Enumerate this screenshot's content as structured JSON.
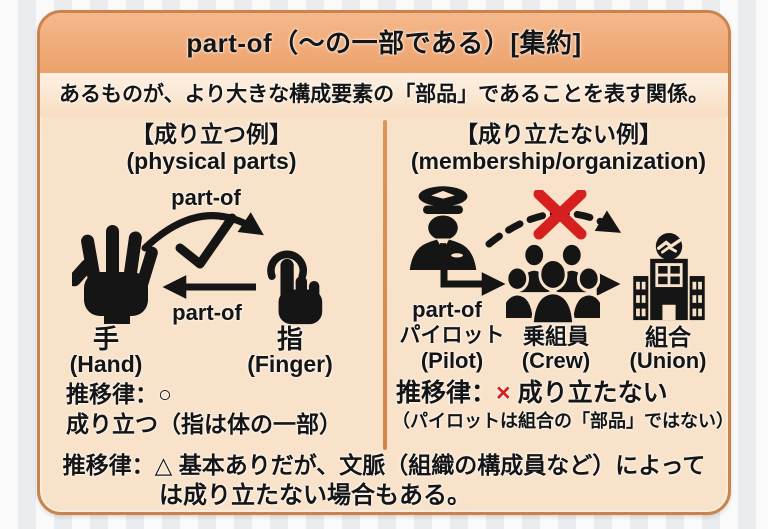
{
  "colors": {
    "card_background": "#f8e2c9",
    "title_band": "#f2ab77",
    "subtitle_band": "#fbe9d7",
    "card_border": "#c9834b",
    "divider": "#d88e55",
    "text": "#151515",
    "red_mark": "#d61f1f"
  },
  "title": "part-of（～の一部である）[集約]",
  "subtitle": "あるものが、より大きな構成要素の「部品」であることを表す関係。",
  "left_panel": {
    "heading_jp": "【成り立つ例】",
    "heading_en": "(physical parts)",
    "part_of_top_label": "part-of",
    "part_of_bottom_label": "part-of",
    "hand_label_jp": "手",
    "hand_label_en": "(Hand)",
    "finger_label_jp": "指",
    "finger_label_en": "(Finger)",
    "transitivity_line1": "推移律：○",
    "transitivity_line2": "成り立つ（指は体の一部）"
  },
  "right_panel": {
    "heading_jp": "【成り立たない例】",
    "heading_en": "(membership/organization)",
    "part_of_label": "part-of",
    "pilot_label_jp": "パイロット",
    "pilot_label_en": "(Pilot)",
    "crew_label_jp": "乗組員",
    "crew_label_en": "(Crew)",
    "union_label_jp": "組合",
    "union_label_en": "(Union)",
    "transitivity_prefix": "推移律：",
    "transitivity_mark": "×",
    "transitivity_suffix": " 成り立たない",
    "transitivity_line2": "（パイロットは組合の「部品」ではない）"
  },
  "footer": {
    "line1": "推移律：△ 基本ありだが、文脈（組織の構成員など）によって",
    "line2": "は成り立たない場合もある。"
  }
}
